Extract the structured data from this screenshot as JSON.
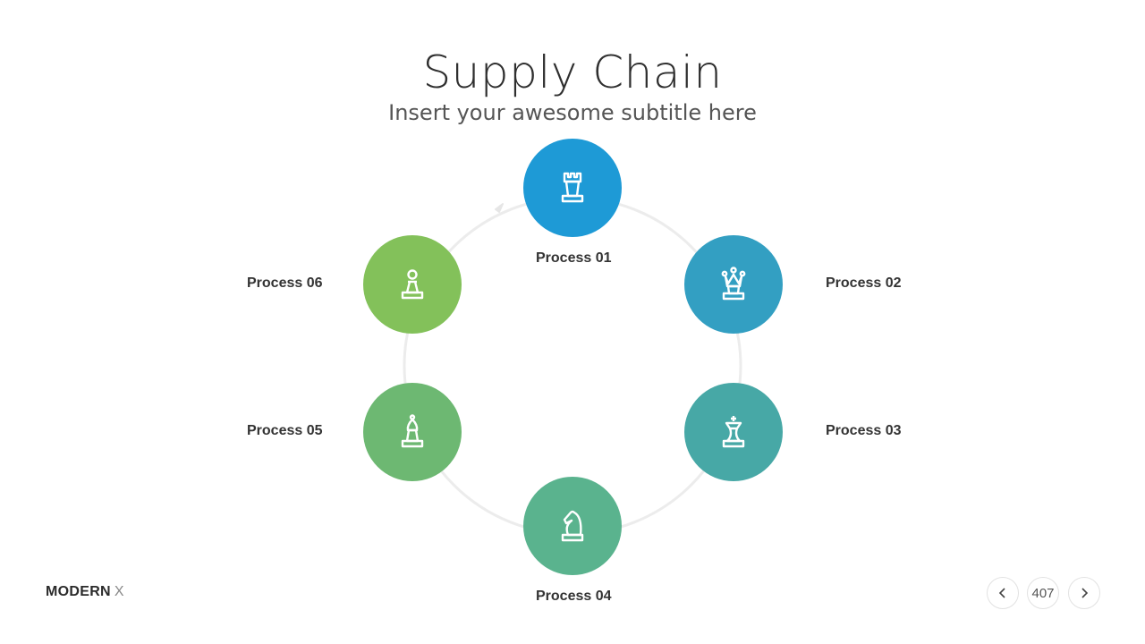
{
  "title": "Supply Chain",
  "subtitle": "Insert your awesome subtitle here",
  "processes": [
    {
      "label": "Process 01",
      "icon": "chess-rook-icon",
      "color": "#1e9ad6"
    },
    {
      "label": "Process 02",
      "icon": "chess-queen-icon",
      "color": "#339fc2"
    },
    {
      "label": "Process 03",
      "icon": "chess-king-icon",
      "color": "#47a8a6"
    },
    {
      "label": "Process 04",
      "icon": "chess-knight-icon",
      "color": "#5ab38e"
    },
    {
      "label": "Process 05",
      "icon": "chess-bishop-icon",
      "color": "#6db872"
    },
    {
      "label": "Process 06",
      "icon": "chess-pawn-icon",
      "color": "#83c15a"
    }
  ],
  "footer": {
    "brand_main": "MODERN",
    "brand_suffix": "X",
    "page_number": "407",
    "prev_icon": "chevron-left-icon",
    "next_icon": "chevron-right-icon"
  }
}
